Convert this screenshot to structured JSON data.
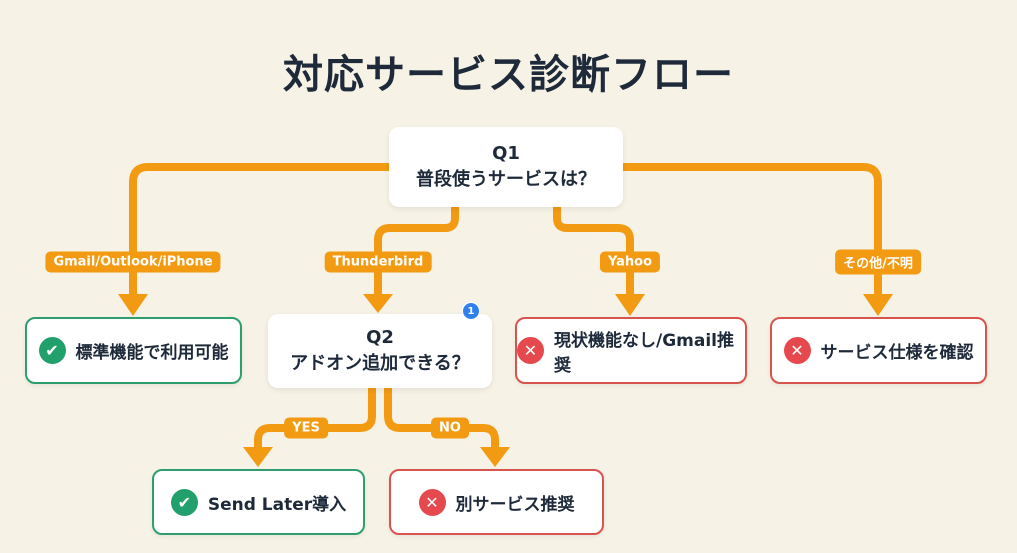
{
  "title": "対応サービス診断フロー",
  "q1": {
    "id": "Q1",
    "text": "普段使うサービスは？"
  },
  "q2": {
    "id": "Q2",
    "text": "アドオン追加できる？",
    "badge": "1"
  },
  "branches": {
    "gmail": "Gmail/Outlook/iPhone",
    "thunderbird": "Thunderbird",
    "yahoo": "Yahoo",
    "other": "その他/不明",
    "yes": "YES",
    "no": "NO"
  },
  "results": {
    "standard": "標準機能で利用可能",
    "yahoo": "現状機能なし/Gmail推奨",
    "other": "サービス仕様を確認",
    "sendlater": "Send Later導入",
    "alt": "別サービス推奨"
  },
  "colors": {
    "connector": "#F29A12",
    "ok": "#2E9E6E",
    "ng": "#D9534F",
    "background": "#F6F2E6"
  }
}
